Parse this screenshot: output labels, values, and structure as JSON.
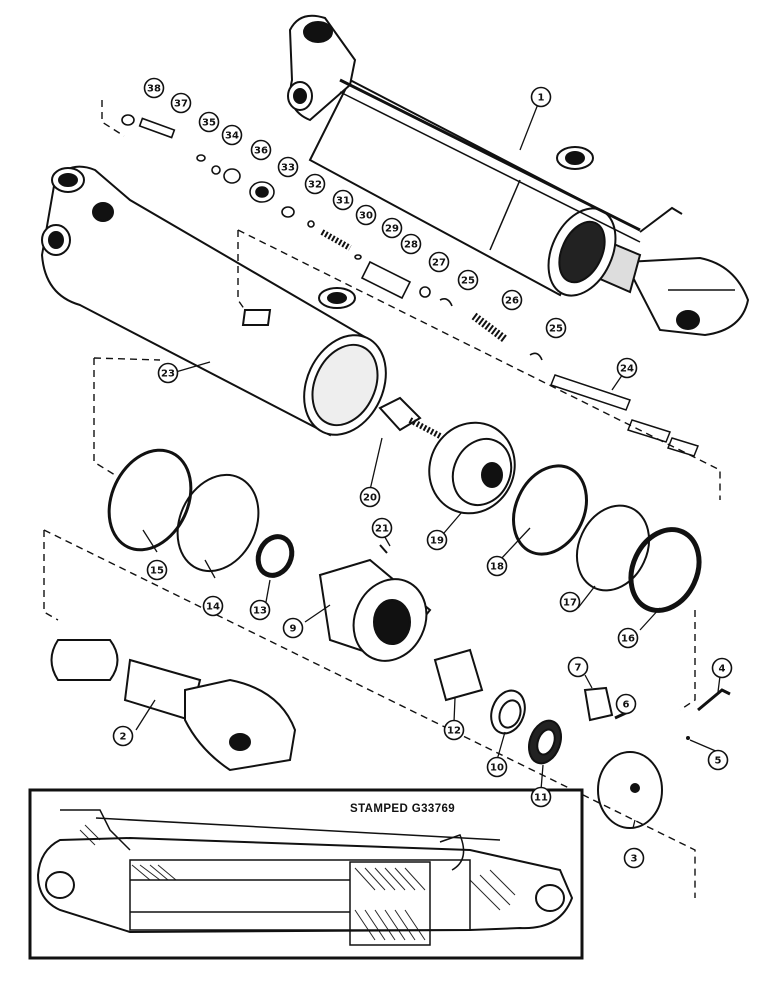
{
  "diagram": {
    "inset_stamp": "STAMPED G33769",
    "callouts": [
      {
        "id": "c1",
        "label": "1"
      },
      {
        "id": "c2",
        "label": "2"
      },
      {
        "id": "c3",
        "label": "3"
      },
      {
        "id": "c4",
        "label": "4"
      },
      {
        "id": "c5",
        "label": "5"
      },
      {
        "id": "c6",
        "label": "6"
      },
      {
        "id": "c7",
        "label": "7"
      },
      {
        "id": "c9",
        "label": "9"
      },
      {
        "id": "c10",
        "label": "10"
      },
      {
        "id": "c11",
        "label": "11"
      },
      {
        "id": "c12",
        "label": "12"
      },
      {
        "id": "c13",
        "label": "13"
      },
      {
        "id": "c14",
        "label": "14"
      },
      {
        "id": "c15",
        "label": "15"
      },
      {
        "id": "c16",
        "label": "16"
      },
      {
        "id": "c17",
        "label": "17"
      },
      {
        "id": "c18",
        "label": "18"
      },
      {
        "id": "c19",
        "label": "19"
      },
      {
        "id": "c20",
        "label": "20"
      },
      {
        "id": "c21",
        "label": "21"
      },
      {
        "id": "c23",
        "label": "23"
      },
      {
        "id": "c24",
        "label": "24"
      },
      {
        "id": "c25a",
        "label": "25"
      },
      {
        "id": "c25b",
        "label": "25"
      },
      {
        "id": "c26",
        "label": "26"
      },
      {
        "id": "c27",
        "label": "27"
      },
      {
        "id": "c28",
        "label": "28"
      },
      {
        "id": "c29",
        "label": "29"
      },
      {
        "id": "c30",
        "label": "30"
      },
      {
        "id": "c31",
        "label": "31"
      },
      {
        "id": "c32",
        "label": "32"
      },
      {
        "id": "c33",
        "label": "33"
      },
      {
        "id": "c34",
        "label": "34"
      },
      {
        "id": "c35",
        "label": "35"
      },
      {
        "id": "c36",
        "label": "36"
      },
      {
        "id": "c37",
        "label": "37"
      },
      {
        "id": "c38",
        "label": "38"
      }
    ]
  }
}
